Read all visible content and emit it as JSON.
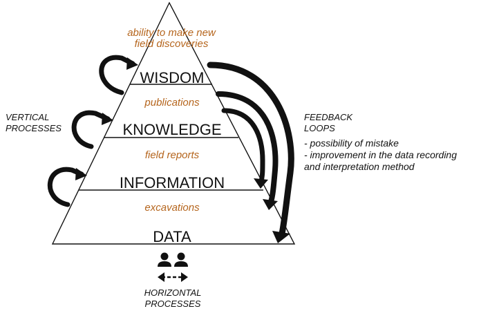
{
  "colors": {
    "accent": "#b5651d",
    "ink": "#111111"
  },
  "pyramid": {
    "levels": [
      "WISDOM",
      "KNOWLEDGE",
      "INFORMATION",
      "DATA"
    ],
    "between": [
      "publications",
      "field reports",
      "excavations"
    ],
    "top_lines": [
      "ability to make new",
      "field discoveries"
    ]
  },
  "vertical_processes": [
    "VERTICAL",
    "PROCESSES"
  ],
  "feedback": {
    "title_lines": [
      "FEEDBACK",
      "LOOPS"
    ],
    "bullets": [
      "- possibility of mistake",
      "- improvement in the data recording",
      "and interpretation method"
    ]
  },
  "horizontal_processes": [
    "HORIZONTAL",
    "PROCESSES"
  ],
  "icons": {
    "people": "people-icon",
    "exchange": "bidirectional-arrow-icon"
  }
}
